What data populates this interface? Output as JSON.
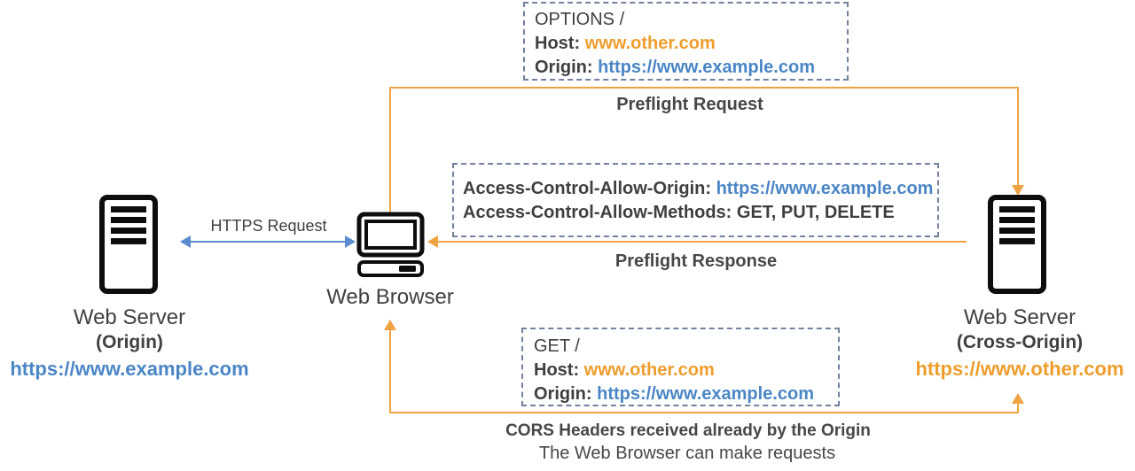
{
  "nodes": {
    "origin_server": {
      "name": "Web Server",
      "role": "(Origin)",
      "url": "https://www.example.com"
    },
    "web_browser": {
      "name": "Web Browser"
    },
    "cross_origin_server": {
      "name": "Web Server",
      "role": "(Cross-Origin)",
      "url": "https://www.other.com"
    }
  },
  "icons": {
    "origin_server": "server-tower-icon",
    "web_browser": "desktop-computer-icon",
    "cross_origin_server": "server-tower-icon"
  },
  "arrows": {
    "https_request_label": "HTTPS Request",
    "preflight_request_label": "Preflight Request",
    "preflight_response_label": "Preflight Response"
  },
  "boxes": {
    "preflight_request": {
      "line1": "OPTIONS /",
      "line2_label": "Host:",
      "line2_value": "www.other.com",
      "line3_label": "Origin:",
      "line3_value": "https://www.example.com"
    },
    "preflight_response": {
      "line1_label": "Access-Control-Allow-Origin:",
      "line1_value": "https://www.example.com",
      "line2_label": "Access-Control-Allow-Methods:",
      "line2_value": "GET, PUT, DELETE"
    },
    "cors_request": {
      "line1": "GET /",
      "line2_label": "Host:",
      "line2_value": "www.other.com",
      "line3_label": "Origin:",
      "line3_value": "https://www.example.com"
    }
  },
  "footer": {
    "line1": "CORS Headers received already by the Origin",
    "line2": "The Web Browser can make requests"
  },
  "colors": {
    "orange_accent": "#efa341",
    "orange_text": "#ee9d2c",
    "blue_text": "#4a86c6",
    "blue_arrow": "#5b8bd0",
    "dark_text": "#3f3f3f",
    "dashed_border": "#72819e"
  }
}
